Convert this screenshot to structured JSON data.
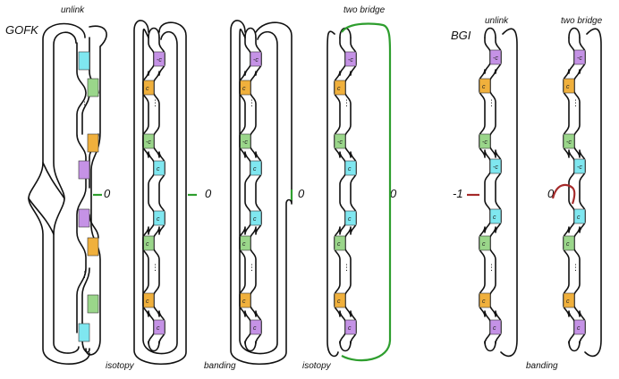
{
  "left_section": {
    "title": "GOFK",
    "labels": {
      "unlink": "unlink",
      "two_bridge": "two bridge"
    },
    "steps": [
      "isotopy",
      "banding",
      "isotopy"
    ],
    "framings": [
      "0",
      "0",
      "0",
      "0"
    ]
  },
  "right_section": {
    "title": "BGI",
    "labels": {
      "unlink": "unlink",
      "two_bridge": "two bridge",
      "banding": "banding"
    },
    "framings": [
      "-1",
      "0"
    ]
  },
  "boxes": {
    "c_label": "c",
    "c_inverse_label": "-c"
  },
  "colors": {
    "cyan": "#7fe7f0",
    "green": "#9ad68a",
    "orange": "#f0b03c",
    "purple": "#c592e6",
    "band_green": "#2e9e2e",
    "band_red": "#a52a2a",
    "strand": "#111111"
  }
}
